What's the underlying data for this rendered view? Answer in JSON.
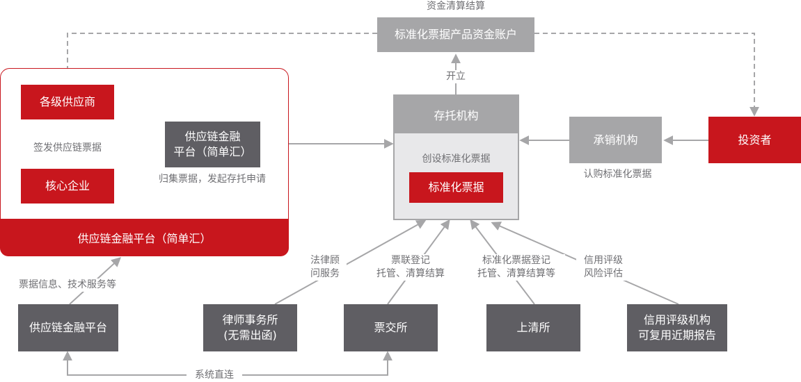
{
  "top_label": "资金清算结算",
  "account": "标准化票据产品资金账户",
  "open_label": "开立",
  "platform_group": {
    "band": "供应链金融平台（简单汇）",
    "suppliers": "各级供应商",
    "core": "核心企业",
    "issue_label": "签发供应链票据",
    "platform": "供应链金融\n平台（简单汇）",
    "collect_label": "归集票据，发起存托申请"
  },
  "custodian": {
    "title": "存托机构",
    "create_label": "创设标准化票据",
    "product": "标准化票据"
  },
  "underwriter": "承销机构",
  "subscribe_label": "认购标准化票据",
  "investor": "投资者",
  "bottom": {
    "scf_platform": "供应链金融平台",
    "info_label": "票据信息、技术服务等",
    "law_firm": "律师事务所\n(无需出函)",
    "law_label": "法律顾\n问服务",
    "exchange": "票交所",
    "exchange_label": "票联登记\n托管、清算结算",
    "shch": "上清所",
    "shch_label": "标准化票据登记\n托管、清算结算等",
    "rating": "信用评级机构\n可复用近期报告",
    "rating_label": "信用评级\n风险评估",
    "direct_label": "系统直连"
  },
  "colors": {
    "red": "#c8161d",
    "light_gray": "#a6a6a8",
    "dark_gray": "#5f5e63",
    "arrow": "#a6a6a8"
  }
}
